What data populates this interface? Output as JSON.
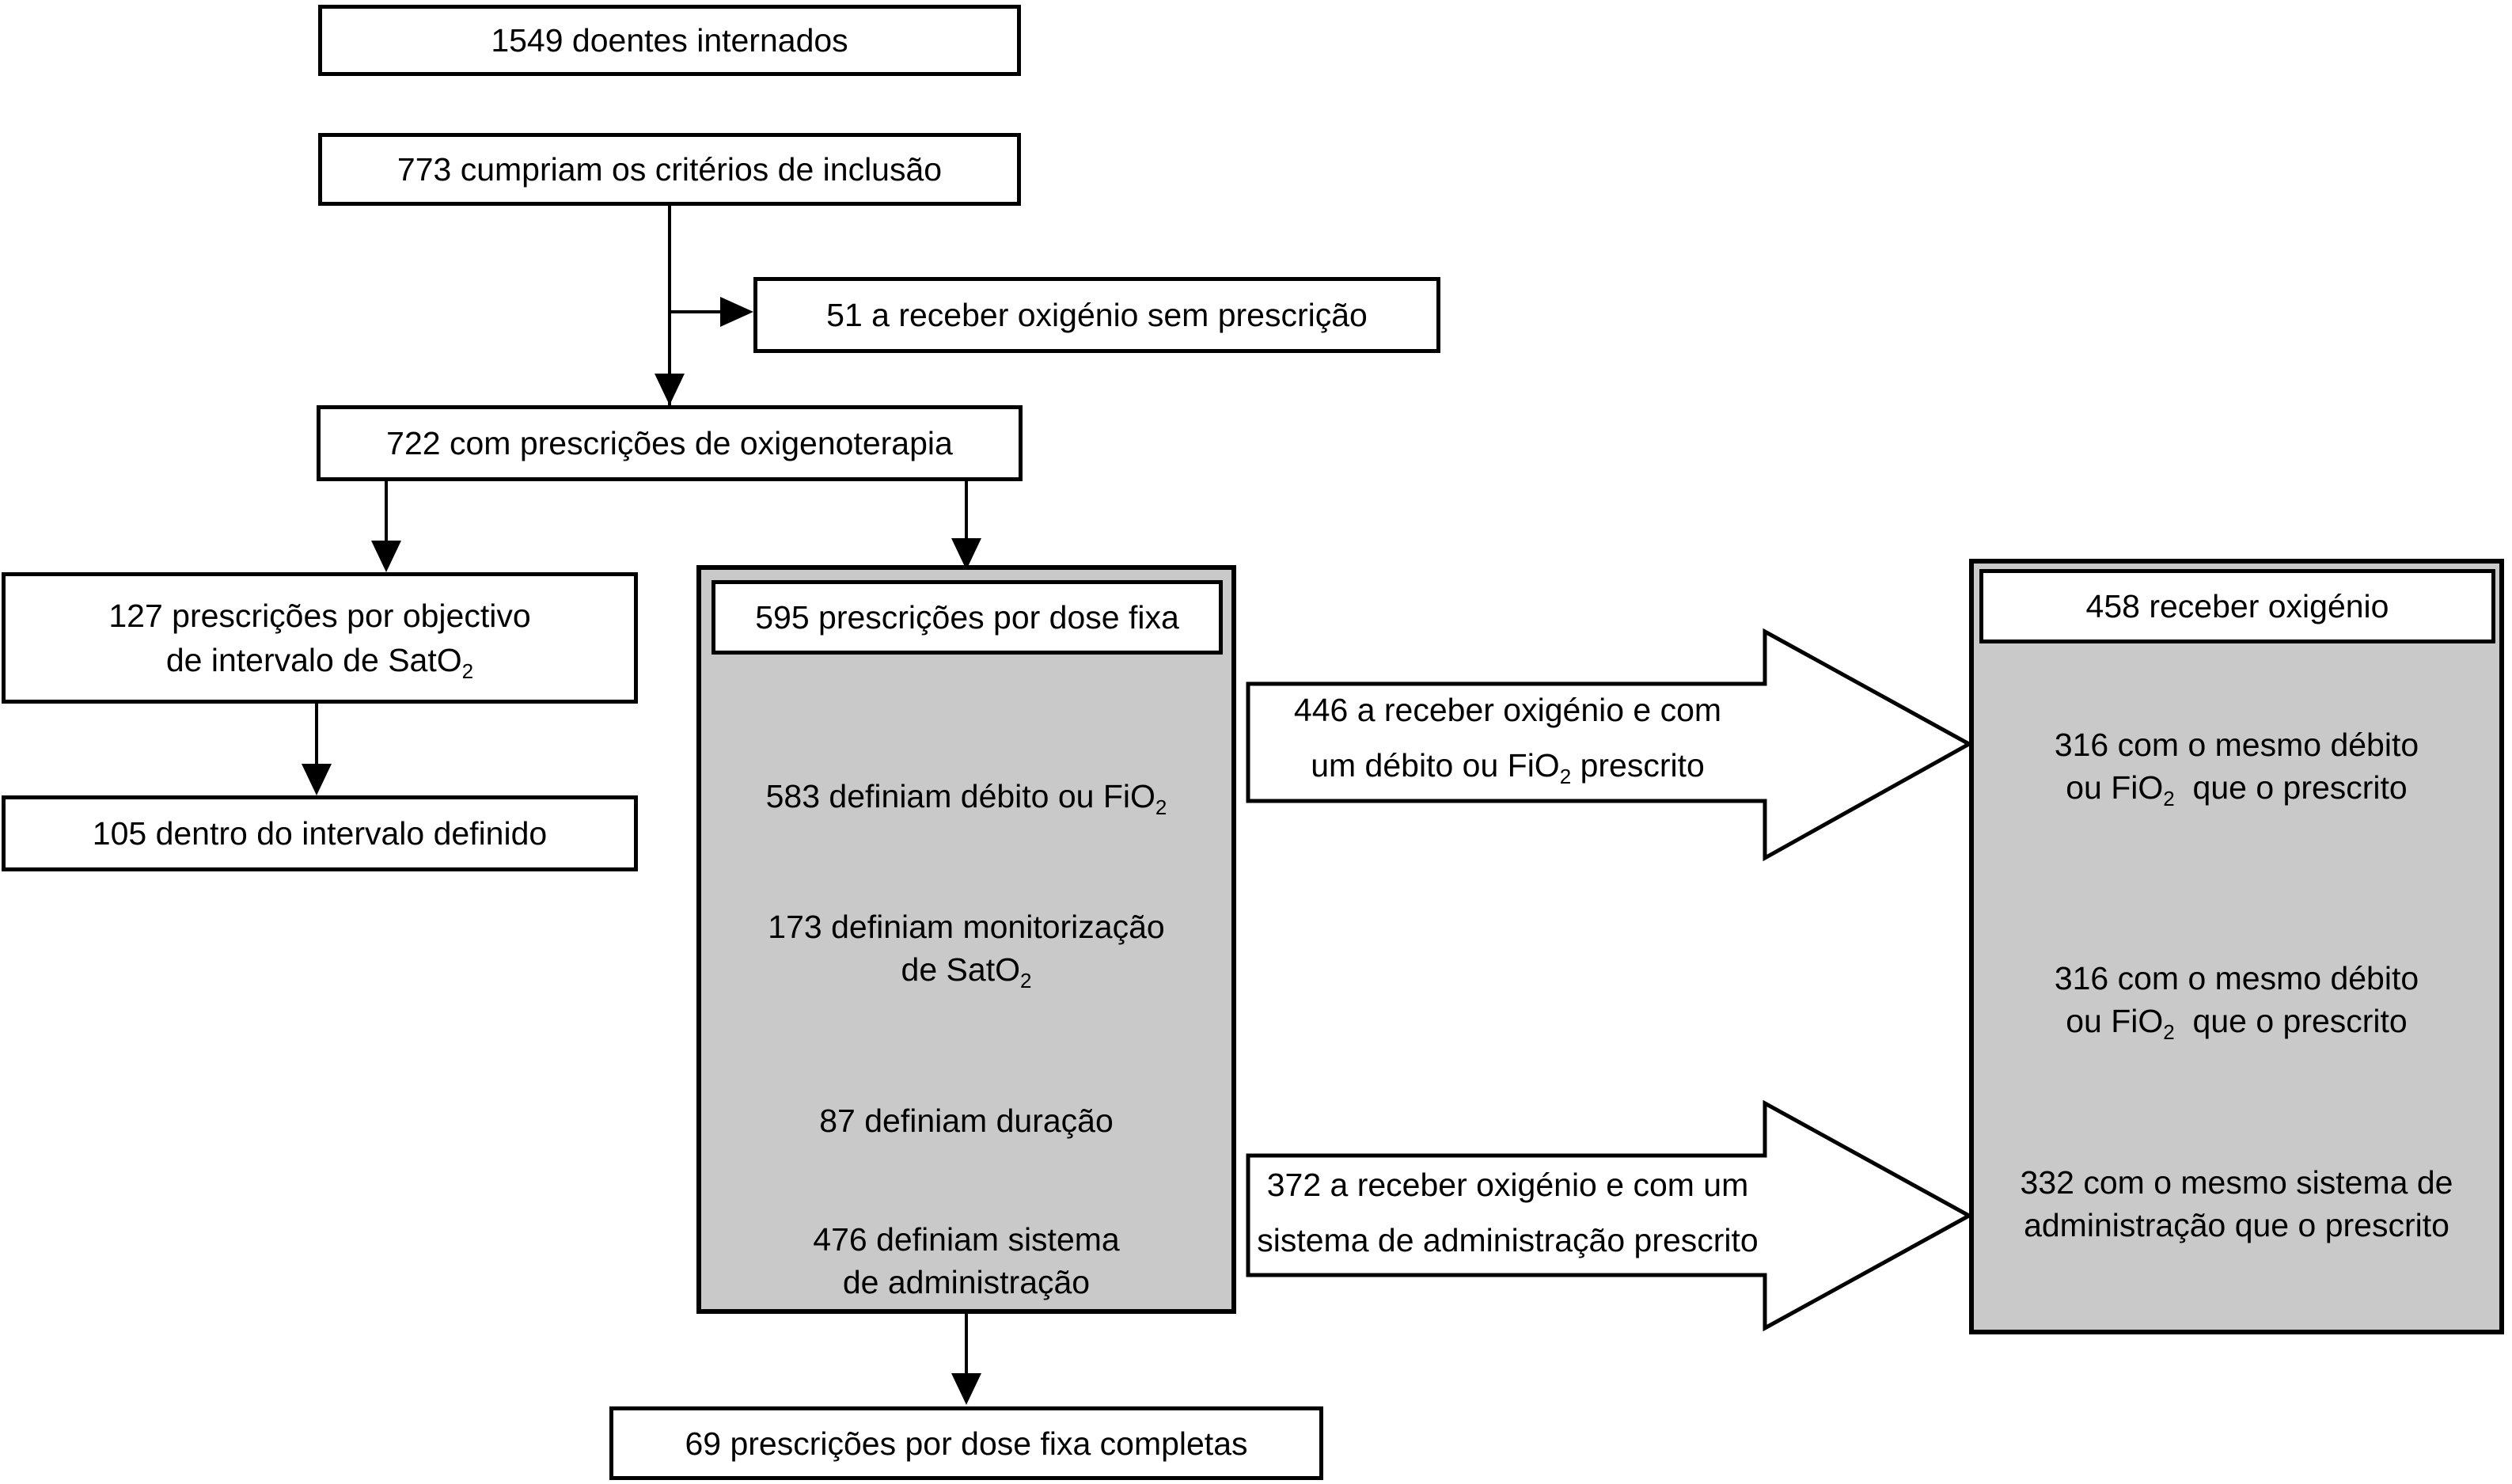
{
  "palette": {
    "diagram_background": "#ffffff",
    "box_fill": "#ffffff",
    "group_fill": "#c9c9c9",
    "line_color": "#000000"
  },
  "boxes": {
    "b1549": {
      "text": "1549 doentes internados"
    },
    "b773": {
      "text": "773 cumpriam os critérios de inclusão"
    },
    "b51": {
      "text": "51 a receber oxigénio sem prescrição"
    },
    "b722": {
      "text": "722 com prescrições de oxigenoterapia"
    },
    "b127": {
      "line1": "127 prescrições por objectivo",
      "line2": "de intervalo de SatO",
      "line2_sub": "2"
    },
    "b105": {
      "text": "105 dentro do intervalo definido"
    },
    "b69": {
      "text": "69 prescrições por dose fixa completas"
    }
  },
  "dose_fixa_group": {
    "header": "595 prescrições por dose fixa",
    "item_debito": {
      "pre": "583 definiam débito ou FiO",
      "sub": "2"
    },
    "item_monitorizacao": {
      "line1": "173 definiam monitorização",
      "line2_pre": "de SatO",
      "line2_sub": "2"
    },
    "item_duracao": {
      "text": "87 definiam duração"
    },
    "item_sistema": {
      "line1": "476 definiam sistema",
      "line2": "de administração"
    }
  },
  "receber_oxigenio_group": {
    "header": "458 receber oxigénio",
    "item_debito_1": {
      "line1": "316 com o mesmo débito",
      "line2_pre": "ou FiO",
      "line2_sub": "2",
      "line2_post": "  que o prescrito"
    },
    "item_debito_2": {
      "line1": "316 com o mesmo débito",
      "line2_pre": "ou FiO",
      "line2_sub": "2",
      "line2_post": "  que o prescrito"
    },
    "item_sistema": {
      "line1": "332 com o mesmo sistema de",
      "line2": "administração que o prescrito"
    }
  },
  "flow_arrows": {
    "a446": {
      "line1": "446 a receber oxigénio e com",
      "line2_pre": "um débito ou FiO",
      "line2_sub": "2",
      "line2_post": " prescrito"
    },
    "a372": {
      "line1": "372 a receber oxigénio e com um",
      "line2": "sistema de administração prescrito"
    }
  }
}
